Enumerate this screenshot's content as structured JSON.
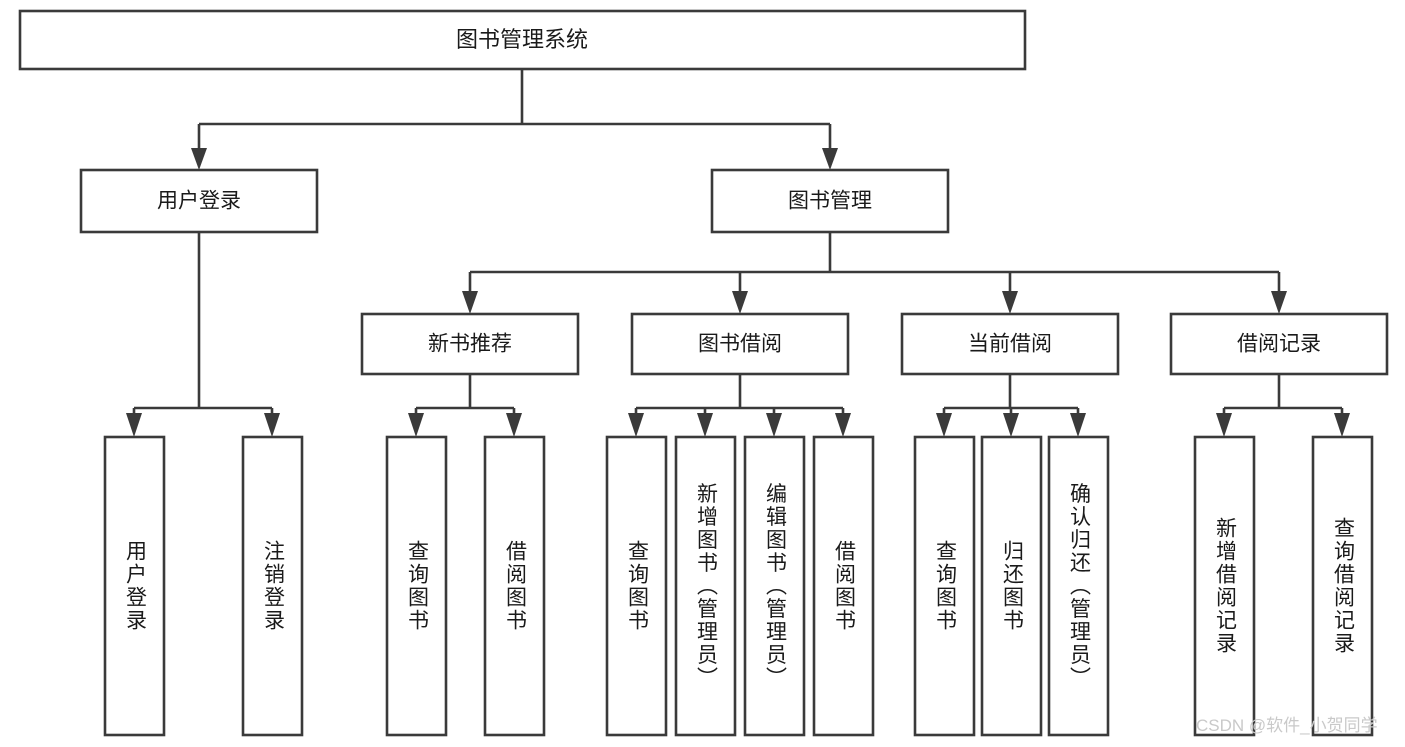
{
  "diagram": {
    "title": "图书管理系统",
    "type": "tree-hierarchy",
    "root": {
      "label": "图书管理系统"
    },
    "level2": [
      {
        "label": "用户登录"
      },
      {
        "label": "图书管理"
      }
    ],
    "level3": [
      {
        "label": "新书推荐"
      },
      {
        "label": "图书借阅"
      },
      {
        "label": "当前借阅"
      },
      {
        "label": "借阅记录"
      }
    ],
    "leaves": {
      "user_login": [
        {
          "label": "用户登录"
        },
        {
          "label": "注销登录"
        }
      ],
      "new_book_recommend": [
        {
          "label": "查询图书"
        },
        {
          "label": "借阅图书"
        }
      ],
      "book_borrow": [
        {
          "label": "查询图书"
        },
        {
          "label": "新增图书（管理员）"
        },
        {
          "label": "编辑图书（管理员）"
        },
        {
          "label": "借阅图书"
        }
      ],
      "current_borrow": [
        {
          "label": "查询图书"
        },
        {
          "label": "归还图书"
        },
        {
          "label": "确认归还（管理员）"
        }
      ],
      "borrow_record": [
        {
          "label": "新增借阅记录"
        },
        {
          "label": "查询借阅记录"
        }
      ]
    }
  },
  "watermark": {
    "text": "CSDN @软件_小贺同学"
  },
  "colors": {
    "stroke": "#3a3a3a",
    "fill": "#ffffff",
    "text": "#1a1a1a",
    "watermark": "#c9c9c9"
  }
}
